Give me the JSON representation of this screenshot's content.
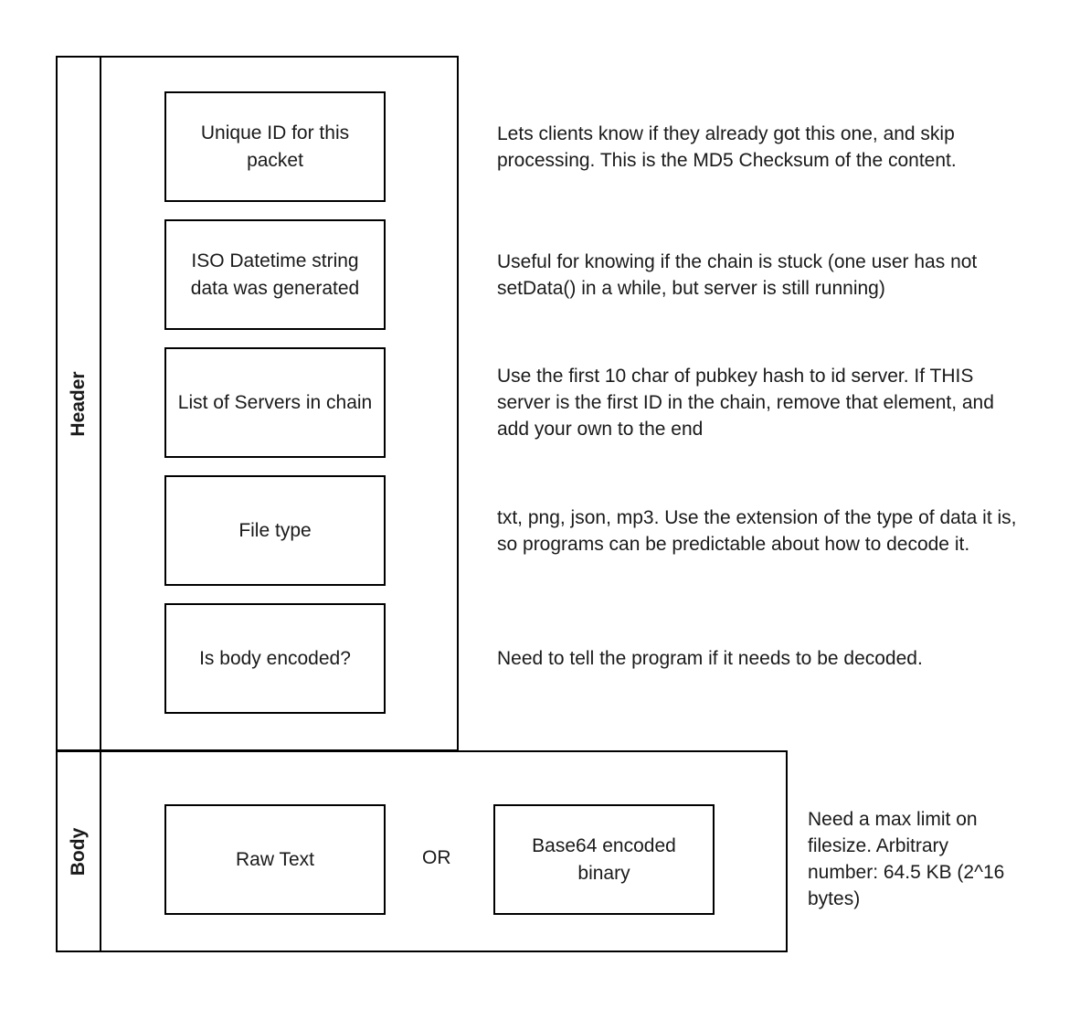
{
  "header_lane": {
    "title": "Header",
    "fields": [
      {
        "label": "Unique ID for this packet",
        "description": "Lets clients know if they already got this one, and skip processing. This is the MD5 Checksum of the content."
      },
      {
        "label": "ISO Datetime string data was generated",
        "description": "Useful for knowing if the chain is stuck (one user has not setData() in a while, but server is still running)"
      },
      {
        "label": "List of Servers in chain",
        "description": "Use the first 10 char of pubkey hash to id server. If THIS server is the first ID in the chain, remove that element, and add your own to the end"
      },
      {
        "label": "File type",
        "description": "txt, png, json, mp3. Use the extension of the type of data it is, so programs can be predictable about how to decode it."
      },
      {
        "label": "Is body encoded?",
        "description": "Need to tell the program if it needs to be decoded."
      }
    ]
  },
  "body_lane": {
    "title": "Body",
    "option_a": "Raw Text",
    "separator": "OR",
    "option_b": "Base64 encoded binary",
    "description": "Need a max limit on filesize. Arbitrary number: 64.5 KB (2^16 bytes)"
  }
}
